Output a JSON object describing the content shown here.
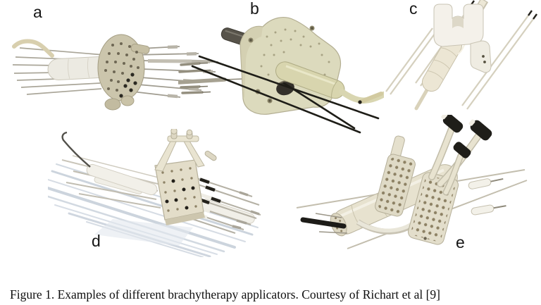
{
  "figure": {
    "caption": "Figure 1. Examples of different brachytherapy applicators. Courtesy of Richart et al [9]",
    "panels": [
      {
        "label": "a",
        "alt": "ring applicator with perforated disc and radiating metal needles"
      },
      {
        "label": "b",
        "alt": "perineal template plate with oblique black needles, handle and cable"
      },
      {
        "label": "c",
        "alt": "vaginal cylinder applicator with white clamp and parallel needles"
      },
      {
        "label": "d",
        "alt": "template applicator with V-bracket plate and parallel catheters"
      },
      {
        "label": "e",
        "alt": "ovoid perforated-plate applicator with black-capped source tubes"
      }
    ],
    "colors": {
      "background": "#ffffff",
      "device_cream": "#ded9c2",
      "hole_tan": "#8d8164",
      "needle_black": "#1d1c17",
      "metal_gray": "#aaa699",
      "shadow_blue": "#ccd4dd",
      "text": "#101010"
    }
  }
}
